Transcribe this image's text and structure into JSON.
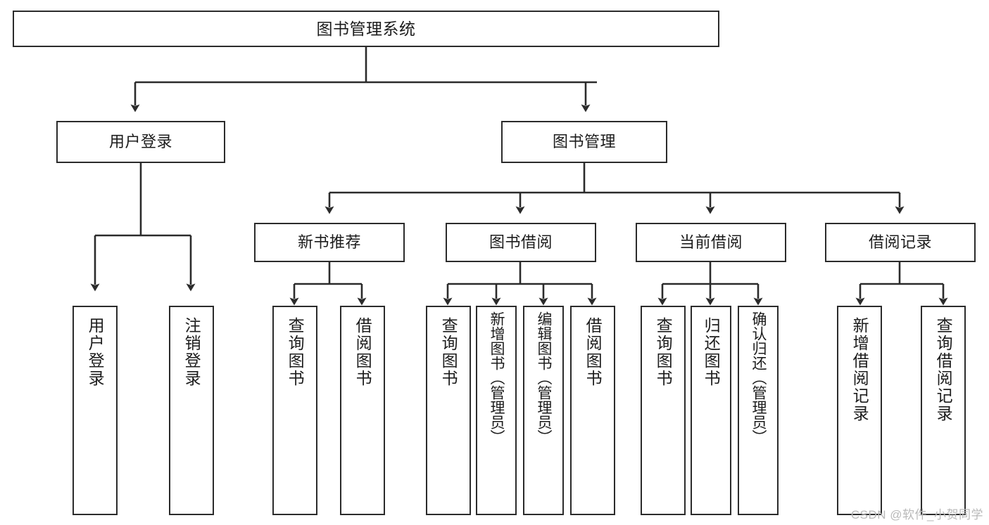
{
  "diagram": {
    "title": "图书管理系统",
    "type": "tree",
    "watermark": "CSDN @软件_小贺同学",
    "colors": {
      "box_border": "#2b2b2b",
      "box_fill": "#ffffff",
      "edge": "#2b2b2b",
      "text": "#1c1c1c",
      "watermark": "#b9b9b9",
      "background": "#ffffff"
    },
    "nodes": {
      "root": {
        "label": "图书管理系统"
      },
      "level1": [
        {
          "id": "user-login",
          "label": "用户登录"
        },
        {
          "id": "book-manage",
          "label": "图书管理"
        }
      ],
      "level2": [
        {
          "id": "new-book-recommend",
          "label": "新书推荐"
        },
        {
          "id": "book-borrow",
          "label": "图书借阅"
        },
        {
          "id": "current-borrow",
          "label": "当前借阅"
        },
        {
          "id": "borrow-record",
          "label": "借阅记录"
        }
      ],
      "leaves": [
        {
          "id": "leaf-user-login",
          "label": "用户登录",
          "parent": "user-login"
        },
        {
          "id": "leaf-logout-login",
          "label": "注销登录",
          "parent": "user-login"
        },
        {
          "id": "leaf-query-book-1",
          "label": "查询图书",
          "parent": "new-book-recommend"
        },
        {
          "id": "leaf-borrow-book-1",
          "label": "借阅图书",
          "parent": "new-book-recommend"
        },
        {
          "id": "leaf-query-book-2",
          "label": "查询图书",
          "parent": "book-borrow"
        },
        {
          "id": "leaf-add-book-admin",
          "label": "新增图书（管理员）",
          "parent": "book-borrow"
        },
        {
          "id": "leaf-edit-book-admin",
          "label": "编辑图书（管理员）",
          "parent": "book-borrow"
        },
        {
          "id": "leaf-borrow-book-2",
          "label": "借阅图书",
          "parent": "book-borrow"
        },
        {
          "id": "leaf-query-book-3",
          "label": "查询图书",
          "parent": "current-borrow"
        },
        {
          "id": "leaf-return-book",
          "label": "归还图书",
          "parent": "current-borrow"
        },
        {
          "id": "leaf-confirm-return-admin",
          "label": "确认归还（管理员）",
          "parent": "current-borrow"
        },
        {
          "id": "leaf-add-borrow-record",
          "label": "新增借阅记录",
          "parent": "borrow-record"
        },
        {
          "id": "leaf-query-borrow-record",
          "label": "查询借阅记录",
          "parent": "borrow-record"
        }
      ]
    }
  }
}
